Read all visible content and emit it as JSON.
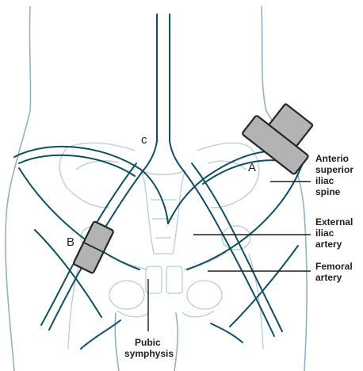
{
  "labels": {
    "asis": [
      "Anterio",
      "superior",
      "iliac",
      "spine"
    ],
    "external_iliac": [
      "External",
      "iliac",
      "artery"
    ],
    "femoral": [
      "Femoral",
      "artery"
    ],
    "pubic": [
      "Pubic",
      "symphysis"
    ],
    "probe_a": "A",
    "probe_b": "B",
    "aorta_mark": "c"
  },
  "colors": {
    "body_outline": "#93b1c6",
    "bone": "#b7cbd9",
    "artery": "#0f4f66",
    "probe_fill": "#b3b3b3",
    "probe_stroke": "#262626"
  }
}
